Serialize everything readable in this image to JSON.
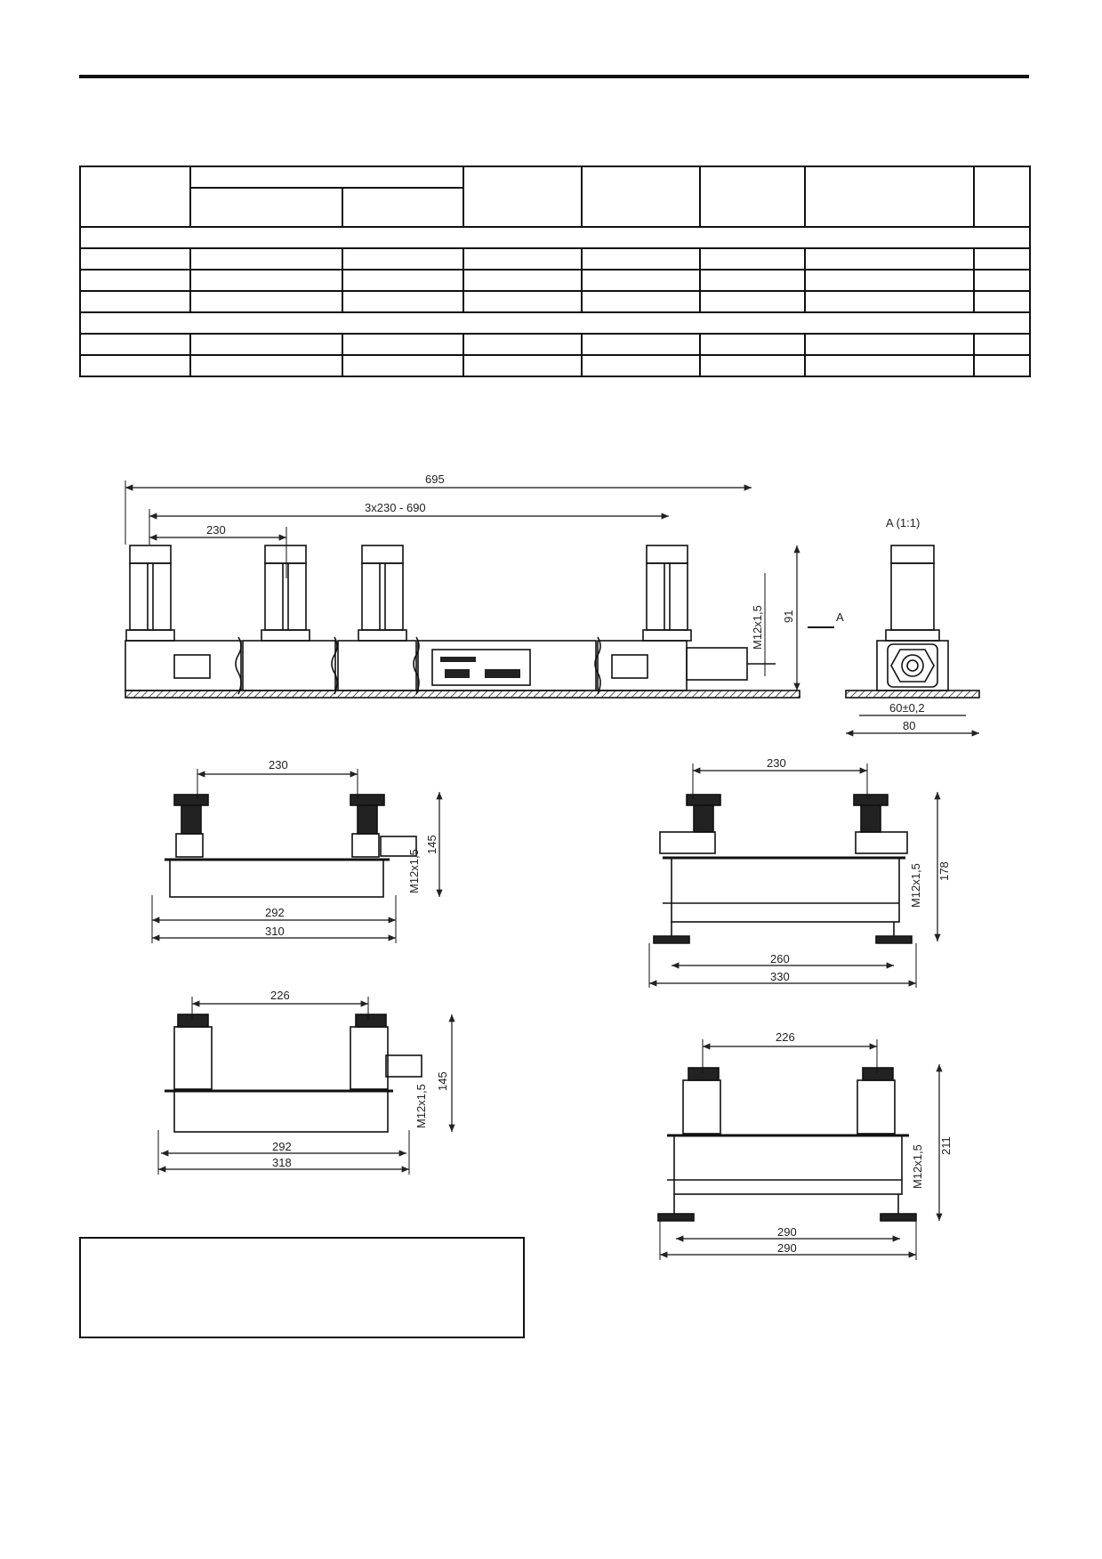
{
  "drawing": {
    "top_view": {
      "overall": "695",
      "pitch": "3x230 - 690",
      "first_pitch": "230",
      "height": "91",
      "port": "M12x1,5",
      "view_mark": "A"
    },
    "side_view": {
      "title": "A (1:1)",
      "base_gap": "60±0,2",
      "base_width": "80"
    },
    "view_1": {
      "pitch": "230",
      "inner": "292",
      "outer": "310",
      "height": "145",
      "port": "M12x1,5"
    },
    "view_2": {
      "pitch": "230",
      "inner": "260",
      "outer": "330",
      "height": "178",
      "port": "M12x1,5"
    },
    "view_3": {
      "pitch": "226",
      "inner": "292",
      "outer": "318",
      "height": "145",
      "port": "M12x1,5"
    },
    "view_4": {
      "pitch": "226",
      "inner": "290",
      "outer": "290",
      "height": "211",
      "port": "M12x1,5"
    }
  }
}
